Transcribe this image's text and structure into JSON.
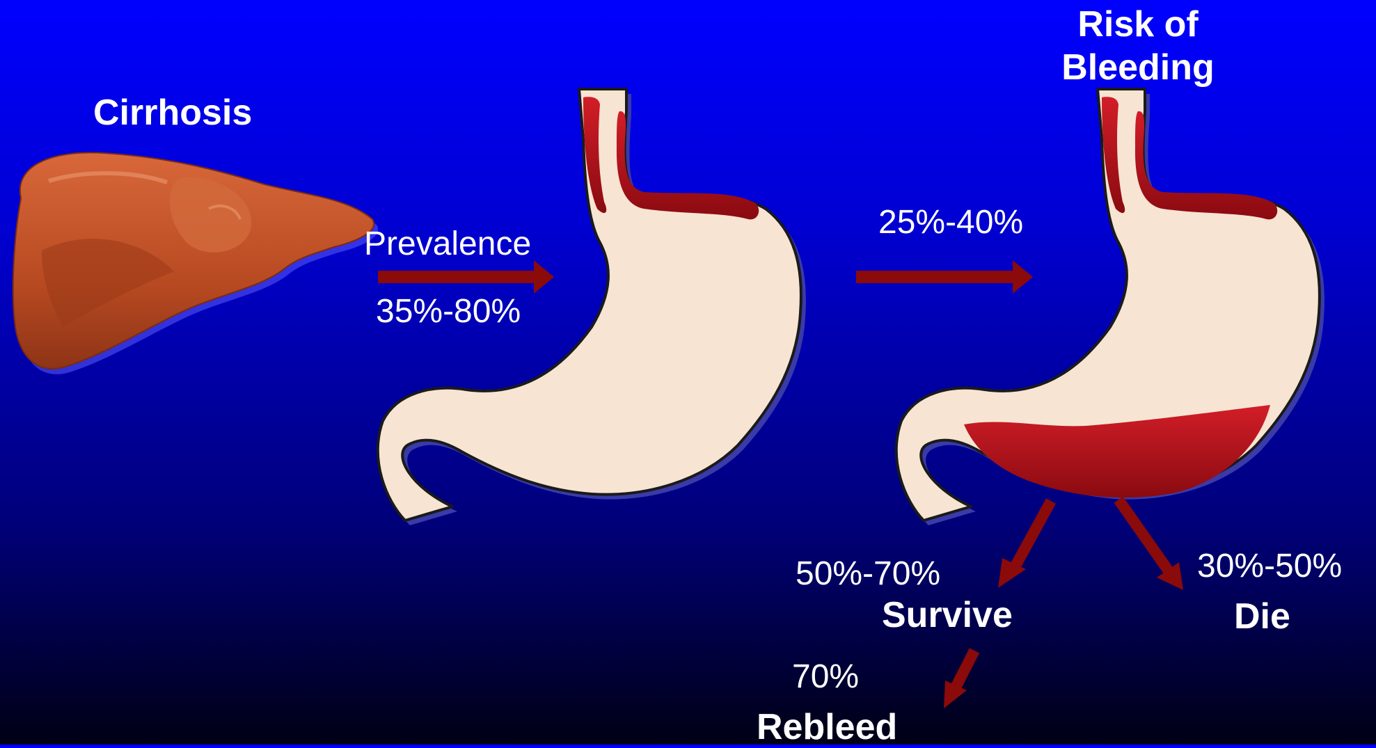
{
  "labels": {
    "cirrhosis": "Cirrhosis",
    "prevalence": "Prevalence",
    "prevalence_range": "35%-80%",
    "bleeding_rate": "25%-40%",
    "risk_of_bleeding_line1": "Risk of",
    "risk_of_bleeding_line2": "Bleeding",
    "survive_rate": "50%-70%",
    "survive": "Survive",
    "die_rate": "30%-50%",
    "die": "Die",
    "rebleed_rate": "70%",
    "rebleed": "Rebleed"
  },
  "colors": {
    "background_top": "#0000ff",
    "background_bottom": "#000014",
    "arrow": "#8b0a0a",
    "stomach": "#f7e4d2",
    "varices": "#b3141e",
    "liver": "#c65a2e",
    "text": "#ffffff"
  }
}
